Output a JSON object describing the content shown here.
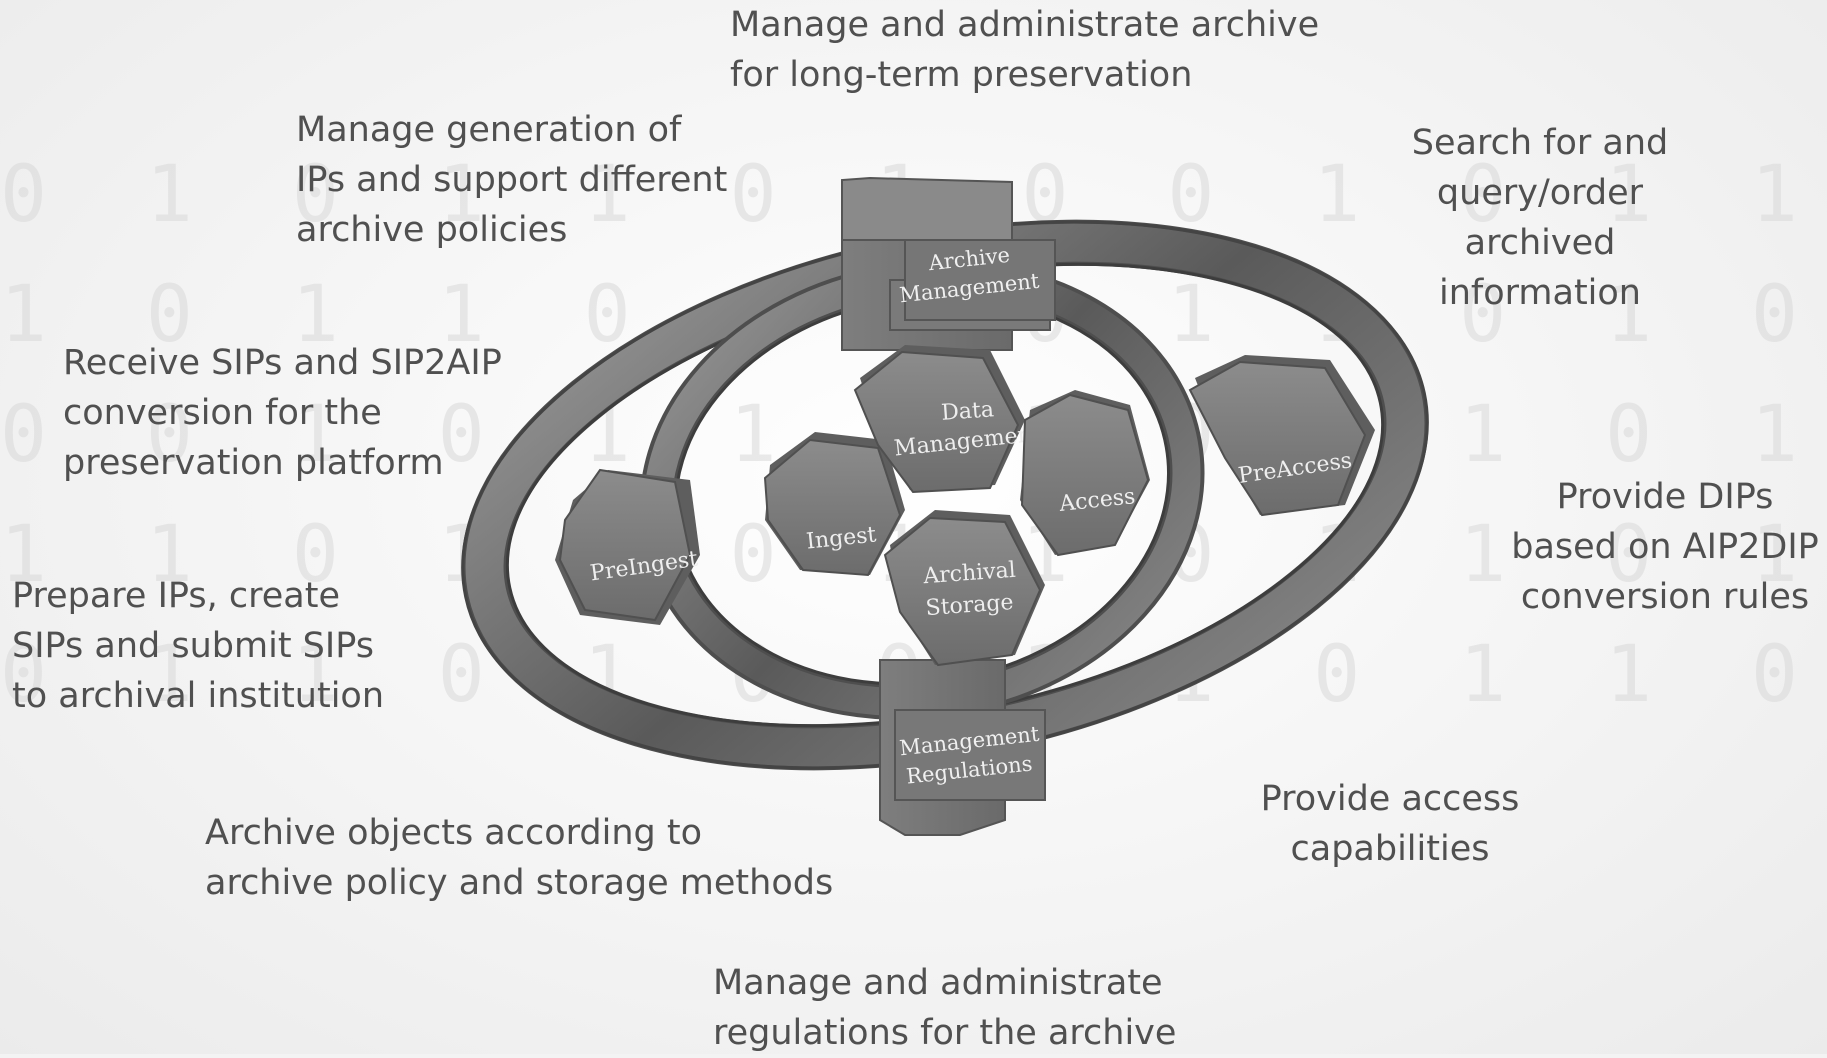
{
  "labels": {
    "archive_management_desc": [
      "Manage and administrate archive",
      "for long-term preservation"
    ],
    "data_management_desc": [
      "Manage generation of",
      "IPs and support different",
      "archive policies"
    ],
    "ingest_desc": [
      "Receive SIPs and SIP2AIP",
      "conversion for the",
      "preservation platform"
    ],
    "preingest_desc": [
      "Prepare IPs, create",
      "SIPs and submit SIPs",
      "to archival institution"
    ],
    "archival_storage_desc": [
      "Archive objects according to",
      "archive policy and storage methods"
    ],
    "management_regulations_desc": [
      "Manage and administrate",
      "regulations for the archive"
    ],
    "preaccess_desc": [
      "Search for and",
      "query/order",
      "archived",
      "information"
    ],
    "access_dip_desc": [
      "Provide DIPs",
      "based on AIP2DIP",
      "conversion rules"
    ],
    "access_desc": [
      "Provide access",
      "capabilities"
    ]
  },
  "modules": {
    "archive_management": [
      "Archive",
      "Management"
    ],
    "management_regulations": [
      "Management",
      "Regulations"
    ],
    "data_management": [
      "Data",
      "Management"
    ],
    "ingest": "Ingest",
    "access": "Access",
    "archival_storage": [
      "Archival",
      "Storage"
    ],
    "preingest": "PreIngest",
    "preaccess": "PreAccess"
  },
  "colors": {
    "text": "#505050",
    "hexagon": "#7a7a7a",
    "ring": "#6a6a6a"
  }
}
